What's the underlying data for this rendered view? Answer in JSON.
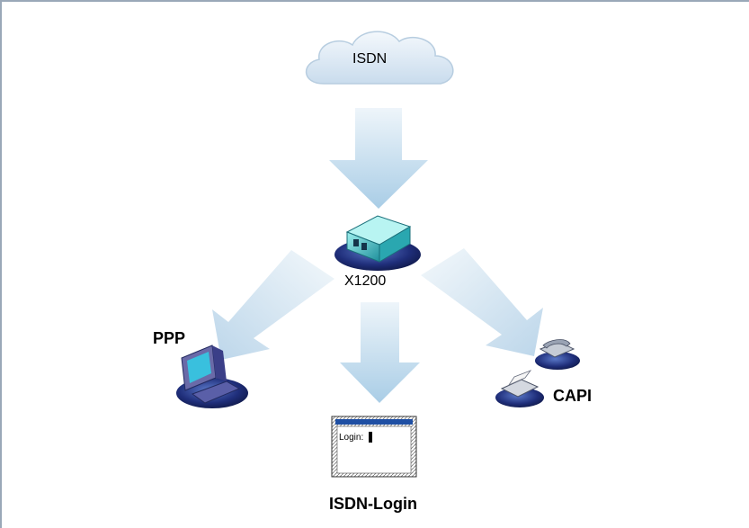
{
  "diagram": {
    "cloud_label": "ISDN",
    "router_label": "X1200",
    "ppp_label": "PPP",
    "login_label": "ISDN-Login",
    "capi_label": "CAPI",
    "terminal_prompt": "Login:"
  },
  "colors": {
    "frame": "#9aa8b8",
    "cloud": "#dde9f4",
    "arrow_dark": "#b9d3e8",
    "arrow_light": "#e8f1f8",
    "device_base": "#1f2e7a",
    "router_teal": "#3fc6c8",
    "terminal_titlebar": "#1f4fa3"
  }
}
